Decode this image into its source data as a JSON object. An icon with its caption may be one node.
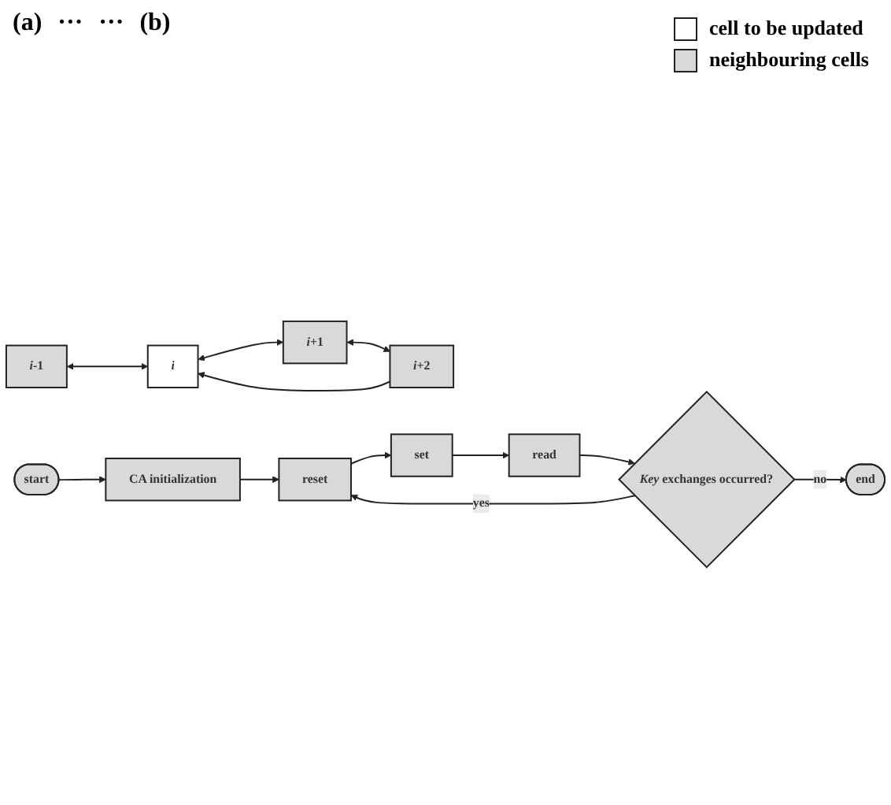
{
  "diagram": {
    "nodes": [
      {
        "text": [
          "*i*-1"
        ]
      },
      {
        "text": [
          "*i*"
        ]
      },
      {
        "text": [
          "*i*+1"
        ]
      },
      {
        "text": [
          "*i*+2"
        ]
      },
      {
        "text": [
          "start"
        ]
      },
      {
        "text": [
          "CA initialization"
        ]
      },
      {
        "text": [
          "reset"
        ]
      },
      {
        "text": [
          "set"
        ]
      },
      {
        "text": [
          "read"
        ]
      },
      {
        "text": [
          "*Key* exchanges occurred?"
        ]
      },
      {
        "text": [
          "end"
        ]
      }
    ],
    "edges": [
      {
        "from": 0,
        "to": 1,
        "arrow": "both"
      },
      {
        "from": 1,
        "to": 2,
        "arrow": "both"
      },
      {
        "from": 2,
        "to": 3,
        "arrow": "both"
      },
      {
        "from": 3,
        "to": 1,
        "arrow": "to"
      },
      {
        "from": 4,
        "to": 5,
        "arrow": "to"
      },
      {
        "from": 5,
        "to": 6,
        "arrow": "to"
      },
      {
        "from": 6,
        "to": 7,
        "arrow": "to"
      },
      {
        "from": 7,
        "to": 8,
        "arrow": "to"
      },
      {
        "from": 8,
        "to": 9,
        "arrow": "to"
      },
      {
        "from": 9,
        "to": 10,
        "label": "no",
        "arrow": "to"
      },
      {
        "from": 9,
        "to": 6,
        "label": "yes",
        "arrow": "to"
      }
    ],
    "labels": [
      "(a)",
      "···",
      "···",
      "(b)"
    ],
    "legend": [
      {
        "text": "cell to be updated",
        "color": "#ffffff"
      },
      {
        "text": "neighbouring cells",
        "color": "#d9d9d9"
      }
    ]
  }
}
